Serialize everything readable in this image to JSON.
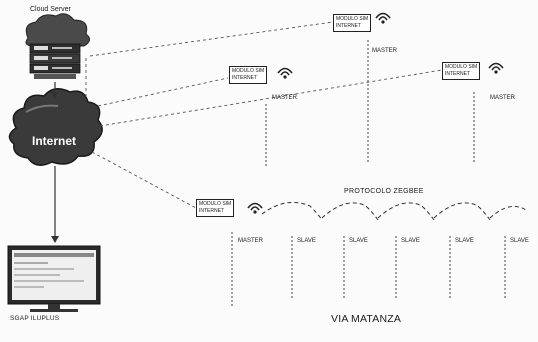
{
  "cloud_server": {
    "label": "Cloud Server"
  },
  "internet": {
    "label": "Internet"
  },
  "workstation": {
    "label": "SGAP ILUPLUS"
  },
  "protocol": {
    "label": "PROTOCOLO ZEGBEE"
  },
  "road": {
    "label": "VIA MATANZA"
  },
  "modules": [
    {
      "line1": "MODULO SIM",
      "line2": "INTERNET",
      "role": "MASTER"
    },
    {
      "line1": "MODULO SIM",
      "line2": "INTERNET",
      "role": "MASTER"
    },
    {
      "line1": "MODULO SIM",
      "line2": "INTERNET",
      "role": "MASTER"
    },
    {
      "line1": "MODULO SIM",
      "line2": "INTERNET",
      "role": "MASTER"
    }
  ],
  "slaves": [
    "SLAVE",
    "SLAVE",
    "SLAVE",
    "SLAVE",
    "SLAVE"
  ],
  "colors": {
    "cloud": "#3a3a3a",
    "line": "#444444",
    "background": "#fbfbfb"
  }
}
